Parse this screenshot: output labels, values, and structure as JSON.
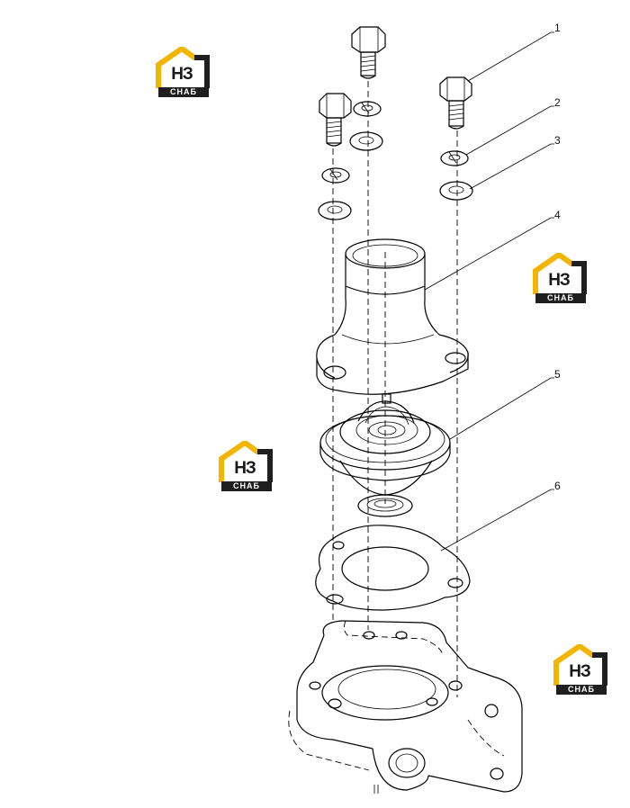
{
  "callouts": [
    {
      "id": "1",
      "label": "1"
    },
    {
      "id": "2",
      "label": "2"
    },
    {
      "id": "3",
      "label": "3"
    },
    {
      "id": "4",
      "label": "4"
    },
    {
      "id": "5",
      "label": "5"
    },
    {
      "id": "6",
      "label": "6"
    }
  ],
  "watermark": {
    "top_text": "НЗ",
    "bottom_text": "СНАБ",
    "colors": {
      "accent": "#f2b600",
      "dark": "#1f1f1f"
    }
  }
}
